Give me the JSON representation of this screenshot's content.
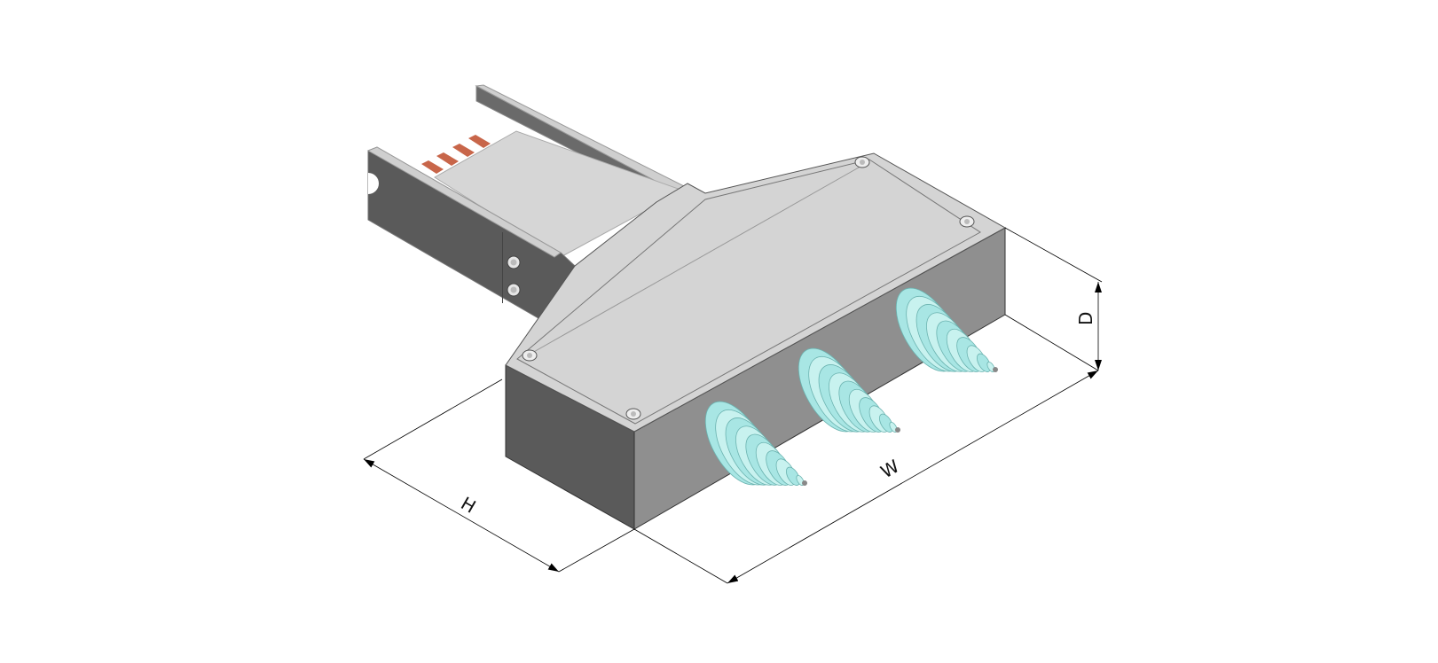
{
  "dimensions": {
    "height_label": "H",
    "width_label": "W",
    "depth_label": "D"
  },
  "colors": {
    "top_face": "#d4d4d4",
    "dark_face": "#5a5a5a",
    "mid_face": "#8f8f8f",
    "copper": "#c8664a",
    "gland": "#a8e6e4"
  }
}
